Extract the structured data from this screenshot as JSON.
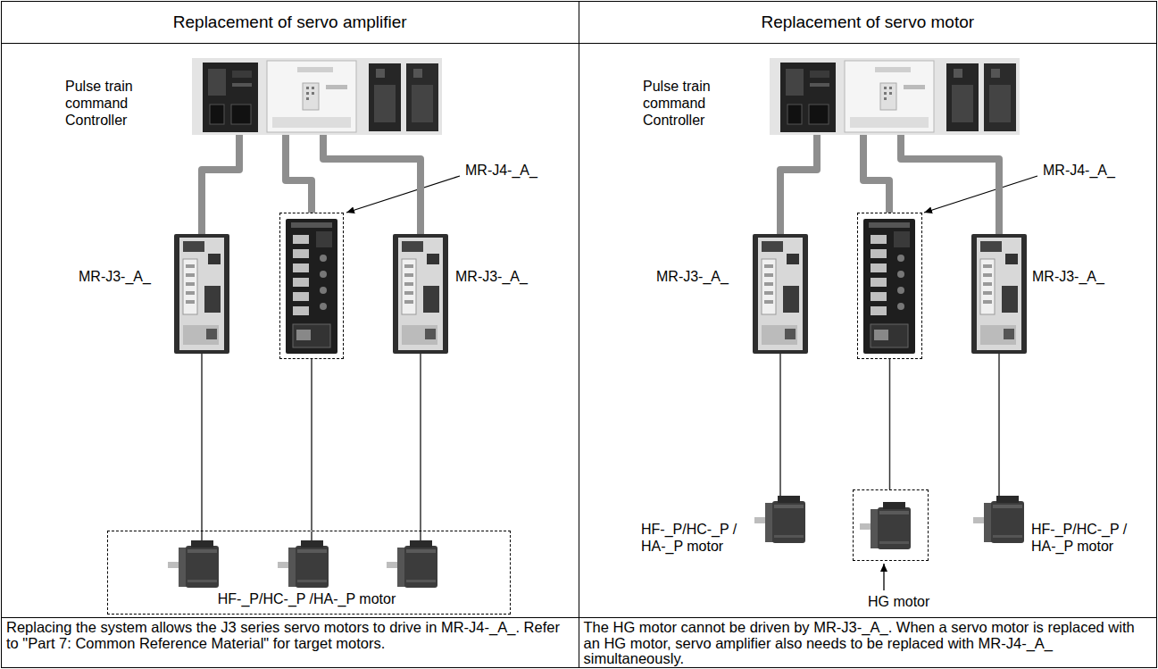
{
  "diagram": {
    "nodes": [
      {
        "text": [
          "Pulse train command Controller"
        ]
      },
      {
        "text": [
          "MR-J3-_A_"
        ]
      },
      {
        "text": [
          "MR-J4-_A_"
        ]
      },
      {
        "text": [
          "MR-J3-_A_"
        ]
      },
      {
        "text": [
          "HF-_P/HC-_P /HA-_P motor"
        ]
      },
      {
        "text": [
          "Pulse train command Controller"
        ]
      },
      {
        "text": [
          "MR-J3-_A_"
        ]
      },
      {
        "text": [
          "MR-J4-_A_"
        ]
      },
      {
        "text": [
          "MR-J3-_A_"
        ]
      },
      {
        "text": [
          "HF-_P/HC-_P / HA-_P motor"
        ]
      },
      {
        "text": [
          "HG motor"
        ]
      },
      {
        "text": [
          "HF-_P/HC-_P / HA-_P motor"
        ]
      }
    ],
    "edges": [
      {
        "from": 0,
        "to": 1,
        "arrow": "none"
      },
      {
        "from": 0,
        "to": 2,
        "arrow": "none"
      },
      {
        "from": 0,
        "to": 3,
        "arrow": "none"
      },
      {
        "from": 1,
        "to": 4,
        "arrow": "none"
      },
      {
        "from": 2,
        "to": 4,
        "arrow": "none"
      },
      {
        "from": 3,
        "to": 4,
        "arrow": "none"
      },
      {
        "from": 5,
        "to": 6,
        "arrow": "none"
      },
      {
        "from": 5,
        "to": 7,
        "arrow": "none"
      },
      {
        "from": 5,
        "to": 8,
        "arrow": "none"
      },
      {
        "from": 6,
        "to": 9,
        "arrow": "none"
      },
      {
        "from": 7,
        "to": 10,
        "arrow": "none"
      },
      {
        "from": 8,
        "to": 11,
        "arrow": "none"
      }
    ],
    "labels": [
      "Replacement of servo amplifier",
      "Replacement of servo motor",
      "Replacing the system allows the J3 series servo motors to drive in MR-J4-_A_. Refer to \"Part 7: Common Reference Material\" for target motors.",
      "The HG motor cannot be driven by MR-J3-_A_. When a servo motor is replaced with an HG motor, servo amplifier also needs to be replaced with MR-J4-_A_ simultaneously."
    ]
  }
}
